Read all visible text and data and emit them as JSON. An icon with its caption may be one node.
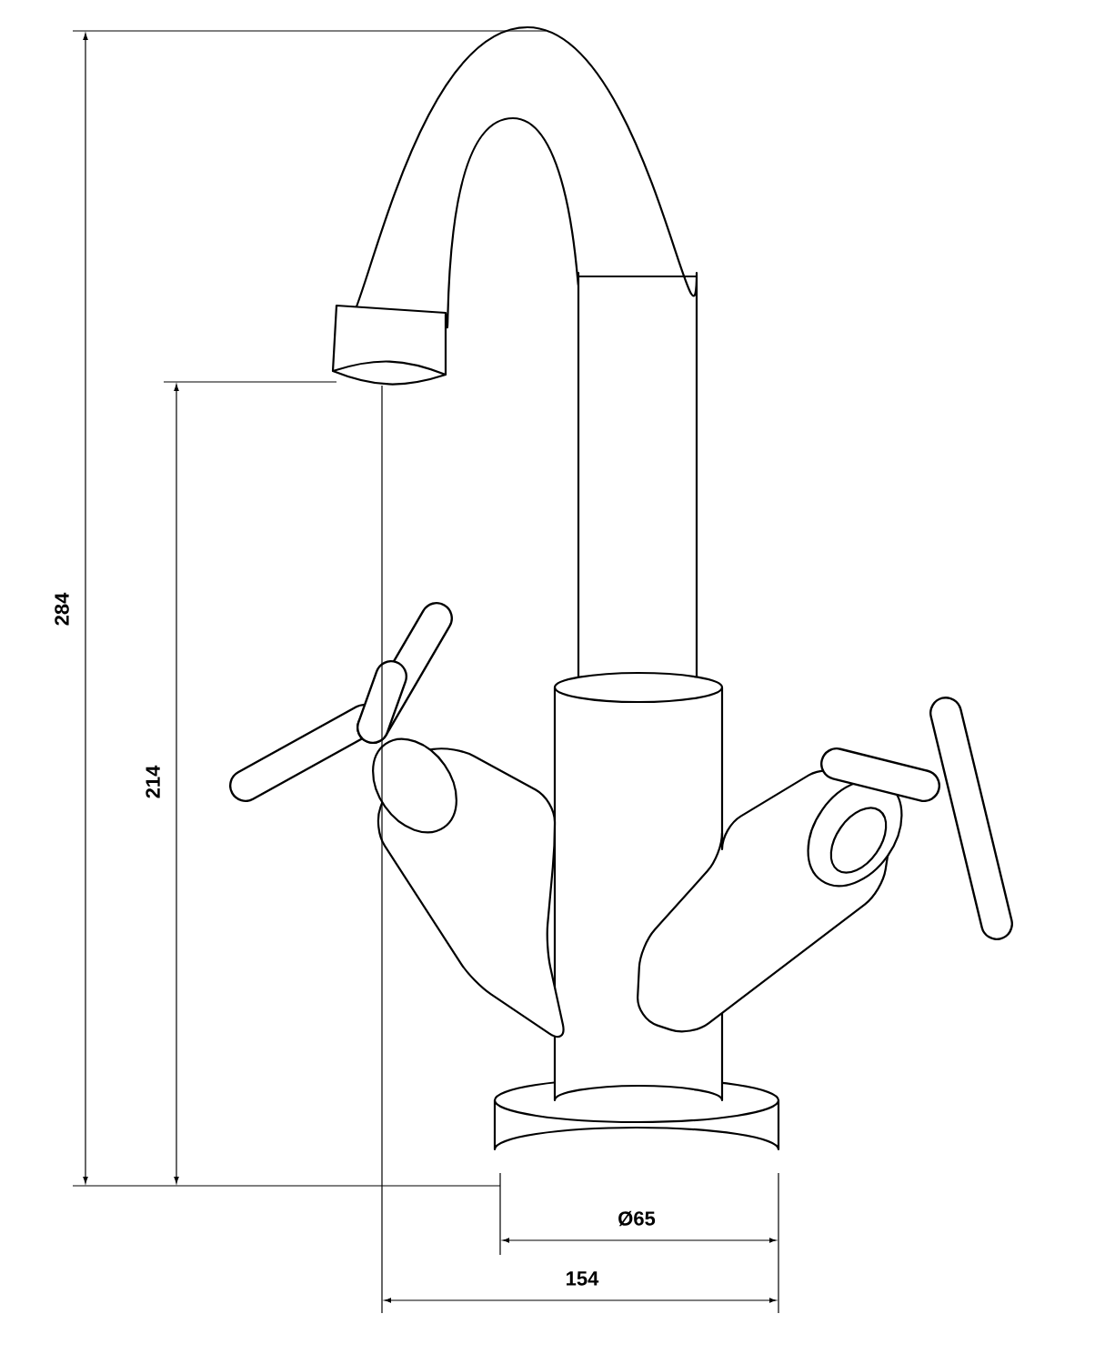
{
  "diagram": {
    "labels": [
      "284",
      "214",
      "Ø65",
      "154"
    ]
  }
}
